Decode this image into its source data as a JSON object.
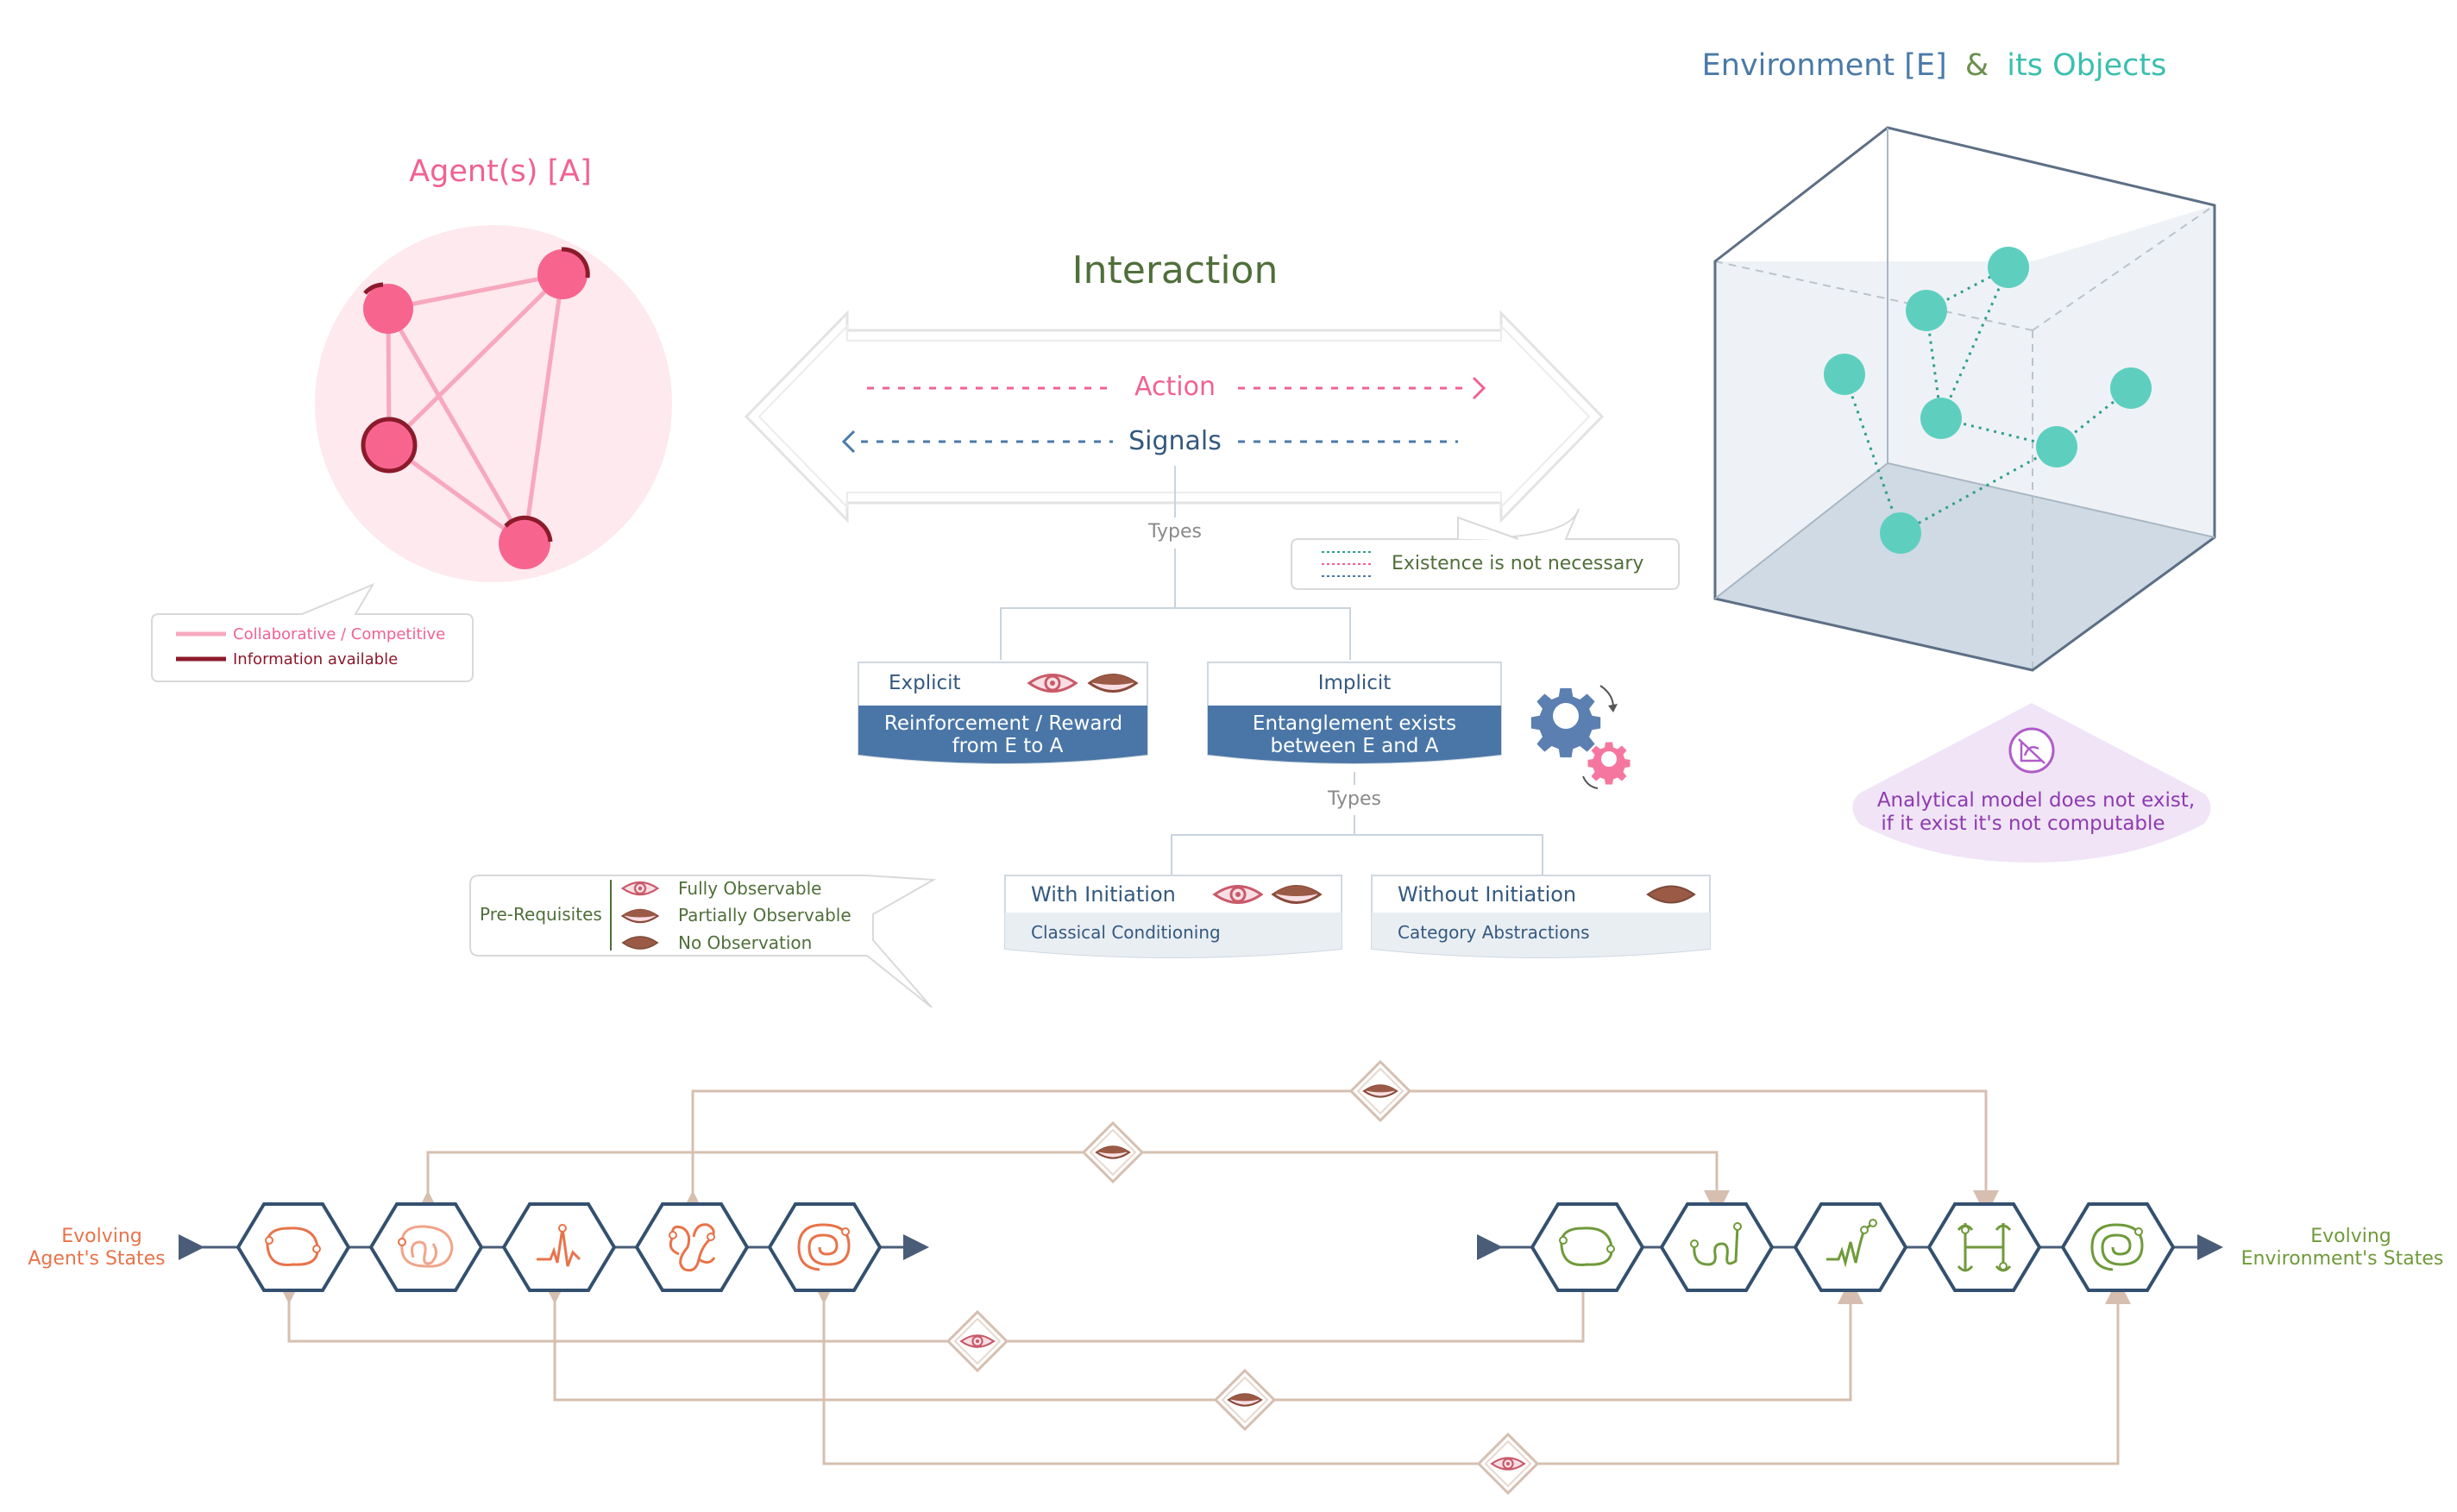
{
  "agents": {
    "title": "Agent(s) [A]",
    "legend_collab": "Collaborative / Competitive",
    "legend_info": "Information available"
  },
  "environment": {
    "title_part1": "Environment [E]",
    "title_amp": "&",
    "title_part2": "its Objects",
    "note_line1": "Analytical model does not exist,",
    "note_line2": "if it exist it's not computable"
  },
  "interaction": {
    "title": "Interaction",
    "action": "Action",
    "signals": "Signals",
    "types": "Types",
    "existence_note": "Existence is not necessary"
  },
  "signal_types": {
    "explicit_label": "Explicit",
    "explicit_line1": "Reinforcement / Reward",
    "explicit_line2": "from E to A",
    "implicit_label": "Implicit",
    "implicit_line1": "Entanglement exists",
    "implicit_line2": "between E and A",
    "types2": "Types"
  },
  "implicit_types": {
    "with_title": "With Initiation",
    "with_sub": "Classical Conditioning",
    "without_title": "Without Initiation",
    "without_sub": "Category Abstractions"
  },
  "prerequisites": {
    "label": "Pre-Requisites",
    "fully": "Fully Observable",
    "partially": "Partially Observable",
    "none": "No Observation"
  },
  "evolving": {
    "agent_line1": "Evolving",
    "agent_line2": "Agent's States",
    "env_line1": "Evolving",
    "env_line2": "Environment's States"
  },
  "colors": {
    "pink": "#f06292",
    "dark_red": "#8b1a2b",
    "blue": "#4a7aa8",
    "dark_blue": "#34597f",
    "teal": "#5ecfbf",
    "olive": "#6b8f4e",
    "orange": "#e8734a",
    "green": "#6f9a3a",
    "purple": "#8e3bb0",
    "tan": "#d6bfb0",
    "gray": "#8a8a8a"
  }
}
